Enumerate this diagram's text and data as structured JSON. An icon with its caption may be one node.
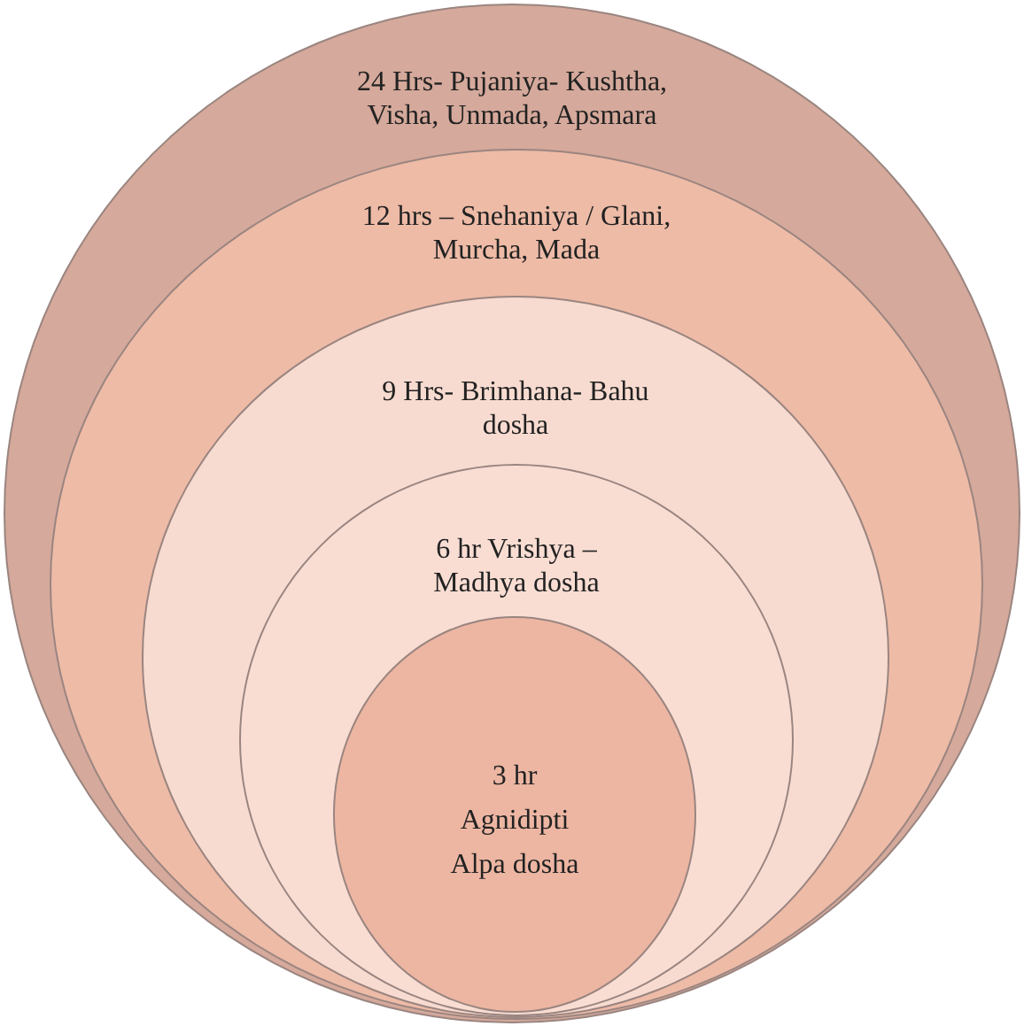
{
  "diagram": {
    "nodes": [
      {
        "text": [
          "24 Hrs- Pujaniya- Kushtha, Visha, Unmada, Apsmara"
        ]
      },
      {
        "text": [
          "12 hrs – Snehaniya / Glani, Murcha, Mada"
        ],
        "in": 0
      },
      {
        "text": [
          "9 Hrs- Brimhana- Bahu dosha"
        ],
        "in": 1
      },
      {
        "text": [
          "6 hr Vrishya – Madhya dosha"
        ],
        "in": 2
      },
      {
        "text": [
          "3 hr",
          "Agnidipti",
          "Alpa dosha"
        ],
        "in": 3
      }
    ]
  }
}
